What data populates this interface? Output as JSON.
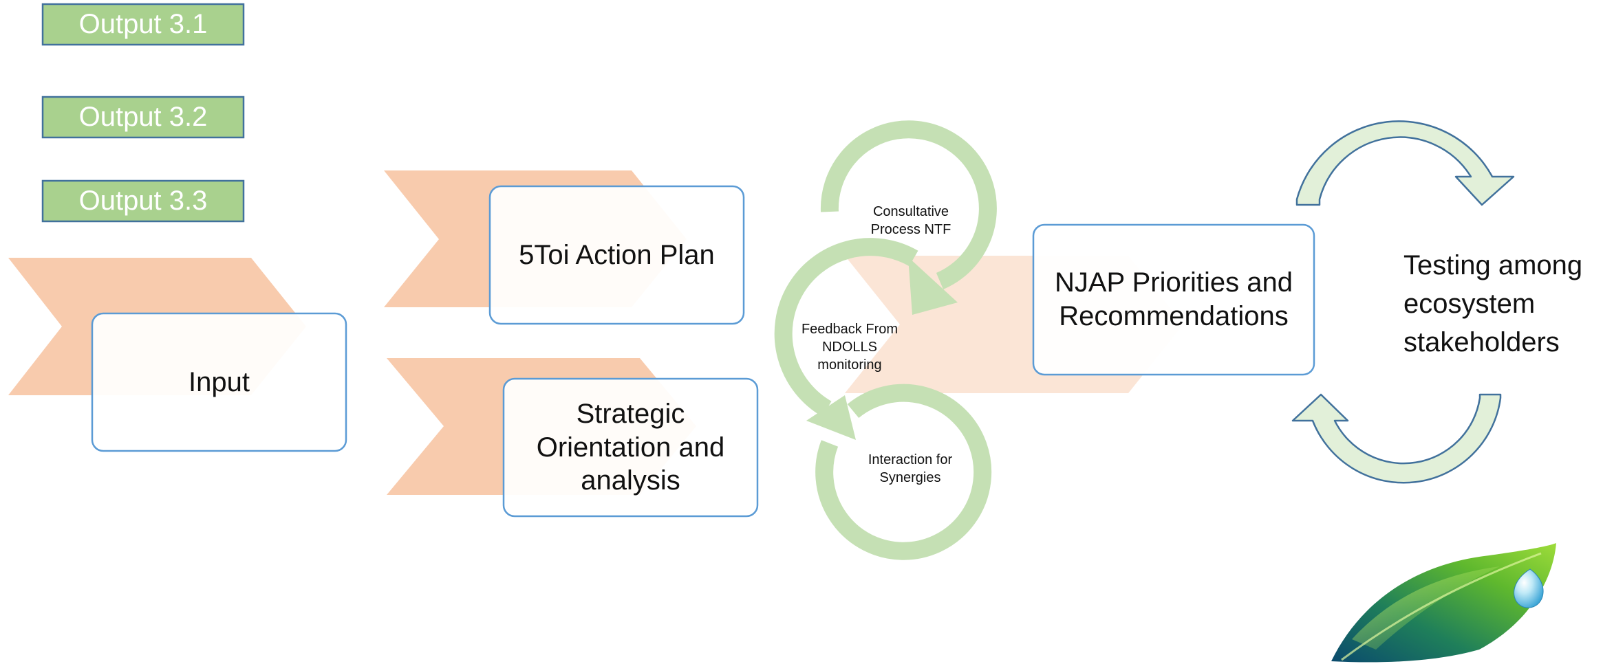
{
  "outputs": [
    {
      "label": "Output 3.1"
    },
    {
      "label": "Output 3.2"
    },
    {
      "label": "Output 3.3"
    }
  ],
  "boxes": {
    "input": "Input",
    "action_plan": "5Toi Action Plan",
    "strategic": "Strategic Orientation and analysis",
    "njap": "NJAP Priorities and Recommendations"
  },
  "cycle": {
    "consultative": "Consultative Process NTF",
    "feedback": "Feedback From NDOLLS monitoring",
    "interaction": "Interaction for Synergies"
  },
  "testing": {
    "label": "Testing among ecosystem stakeholders"
  },
  "colors": {
    "output_fill": "#a9d18e",
    "output_border": "#41719c",
    "chevron": "#f8cbad",
    "chevron_light": "#fbe5d6",
    "box_border": "#5b9bd5",
    "cycle_green": "#c5e0b4",
    "loop_arrow_fill": "#e2f0d9",
    "loop_arrow_stroke": "#41719c"
  },
  "icons": {
    "logo": "leaf-with-water-drop-icon"
  }
}
